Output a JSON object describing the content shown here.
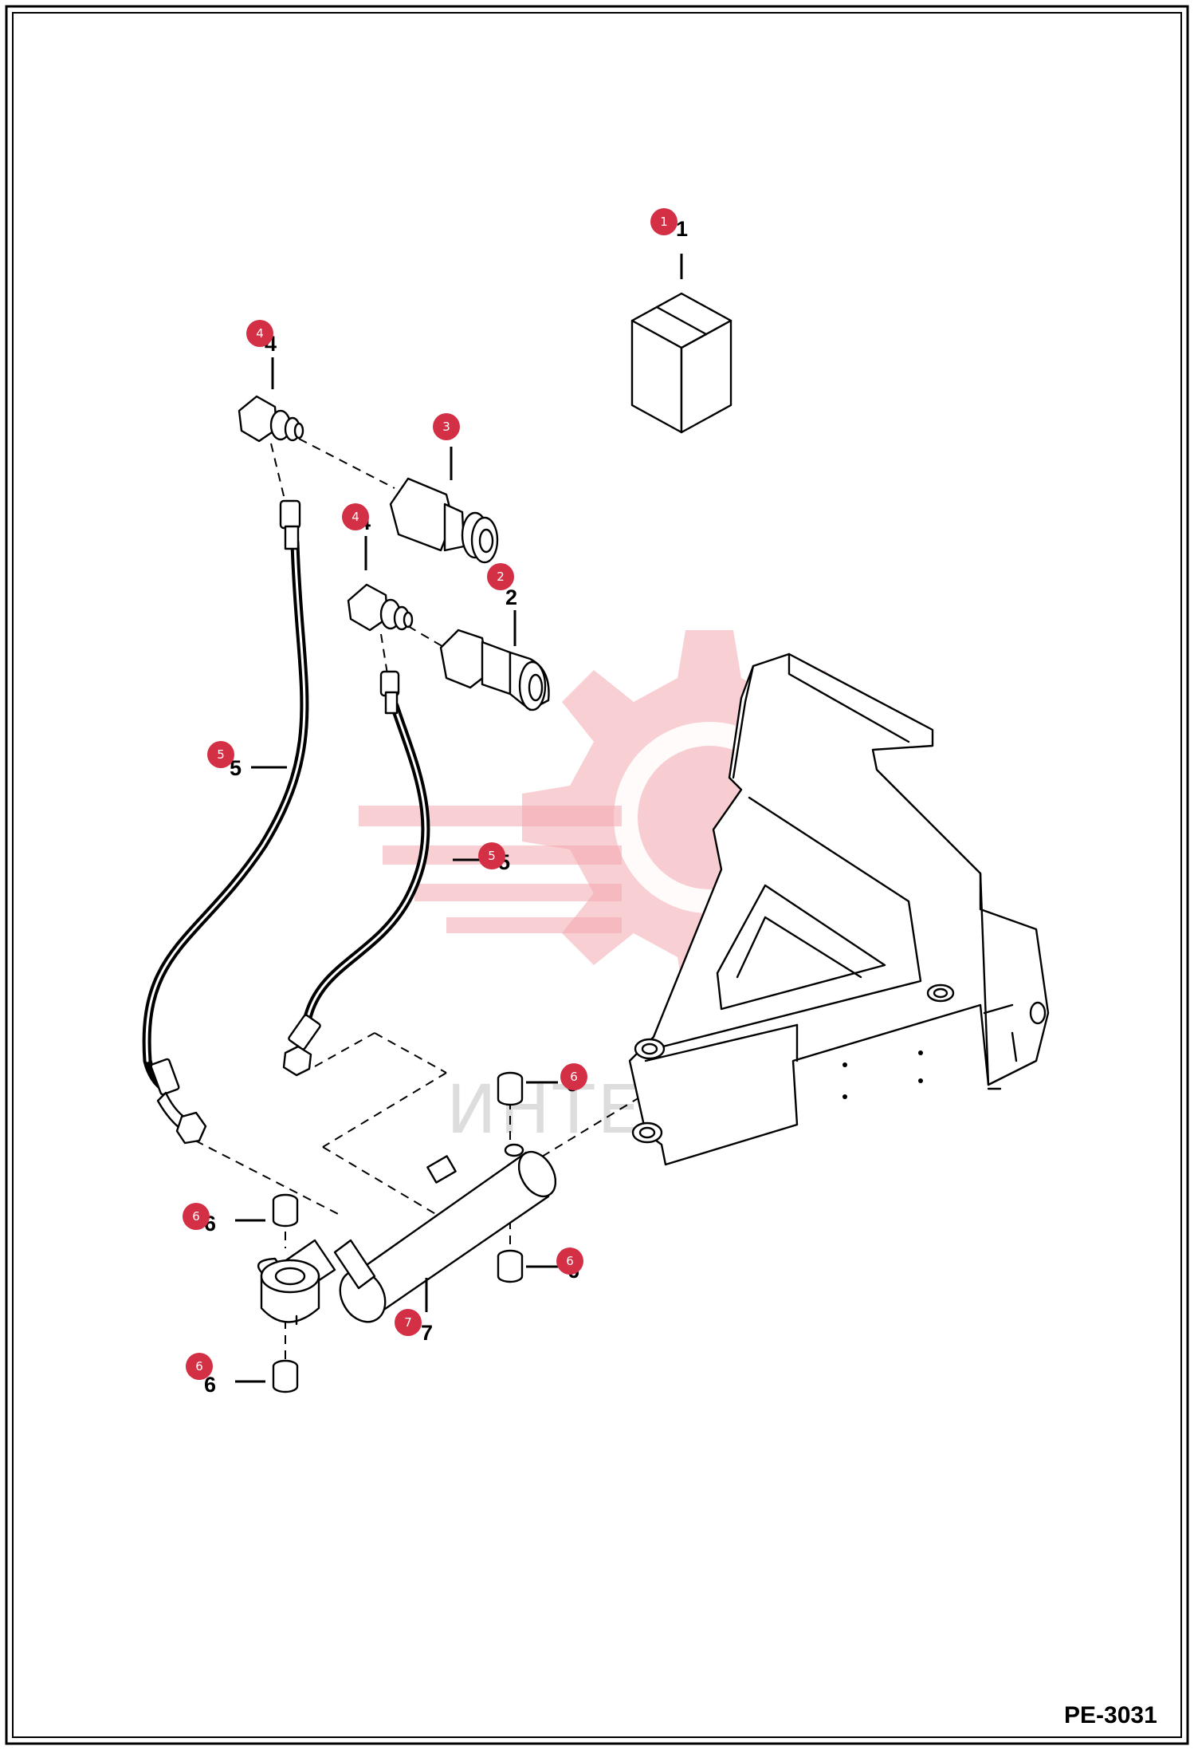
{
  "figure": {
    "code": "PE-3031",
    "watermark_text": "ИНТЕХ"
  },
  "callouts": [
    {
      "id": "callout-1",
      "label": "1"
    },
    {
      "id": "callout-2",
      "label": "2"
    },
    {
      "id": "callout-3",
      "label": "3"
    },
    {
      "id": "callout-4a",
      "label": "4"
    },
    {
      "id": "callout-4b",
      "label": "4"
    },
    {
      "id": "callout-5a",
      "label": "5"
    },
    {
      "id": "callout-5b",
      "label": "5"
    },
    {
      "id": "callout-6a",
      "label": "6"
    },
    {
      "id": "callout-6b",
      "label": "6"
    },
    {
      "id": "callout-6c",
      "label": "6"
    },
    {
      "id": "callout-6d",
      "label": "6"
    },
    {
      "id": "callout-7",
      "label": "7"
    }
  ],
  "colors": {
    "badge": "#d32f45",
    "watermark": "#f3a7ae",
    "line": "#000000"
  }
}
